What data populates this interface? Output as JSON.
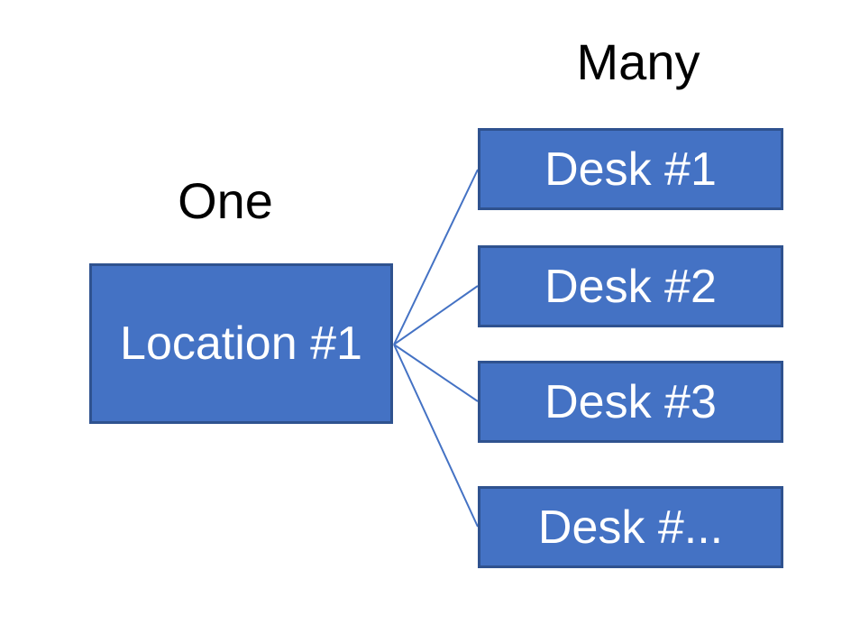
{
  "diagram": {
    "left_group": {
      "heading": "One",
      "box": {
        "label": "Location #1"
      }
    },
    "right_group": {
      "heading": "Many",
      "boxes": [
        {
          "label": "Desk #1"
        },
        {
          "label": "Desk #2"
        },
        {
          "label": "Desk #3"
        },
        {
          "label": "Desk #..."
        }
      ]
    },
    "colors": {
      "box_fill": "#4472C4",
      "box_border": "#2F528F",
      "connector": "#4472C4",
      "heading_text": "#000000",
      "box_text": "#FFFFFF",
      "background": "#FFFFFF"
    }
  }
}
